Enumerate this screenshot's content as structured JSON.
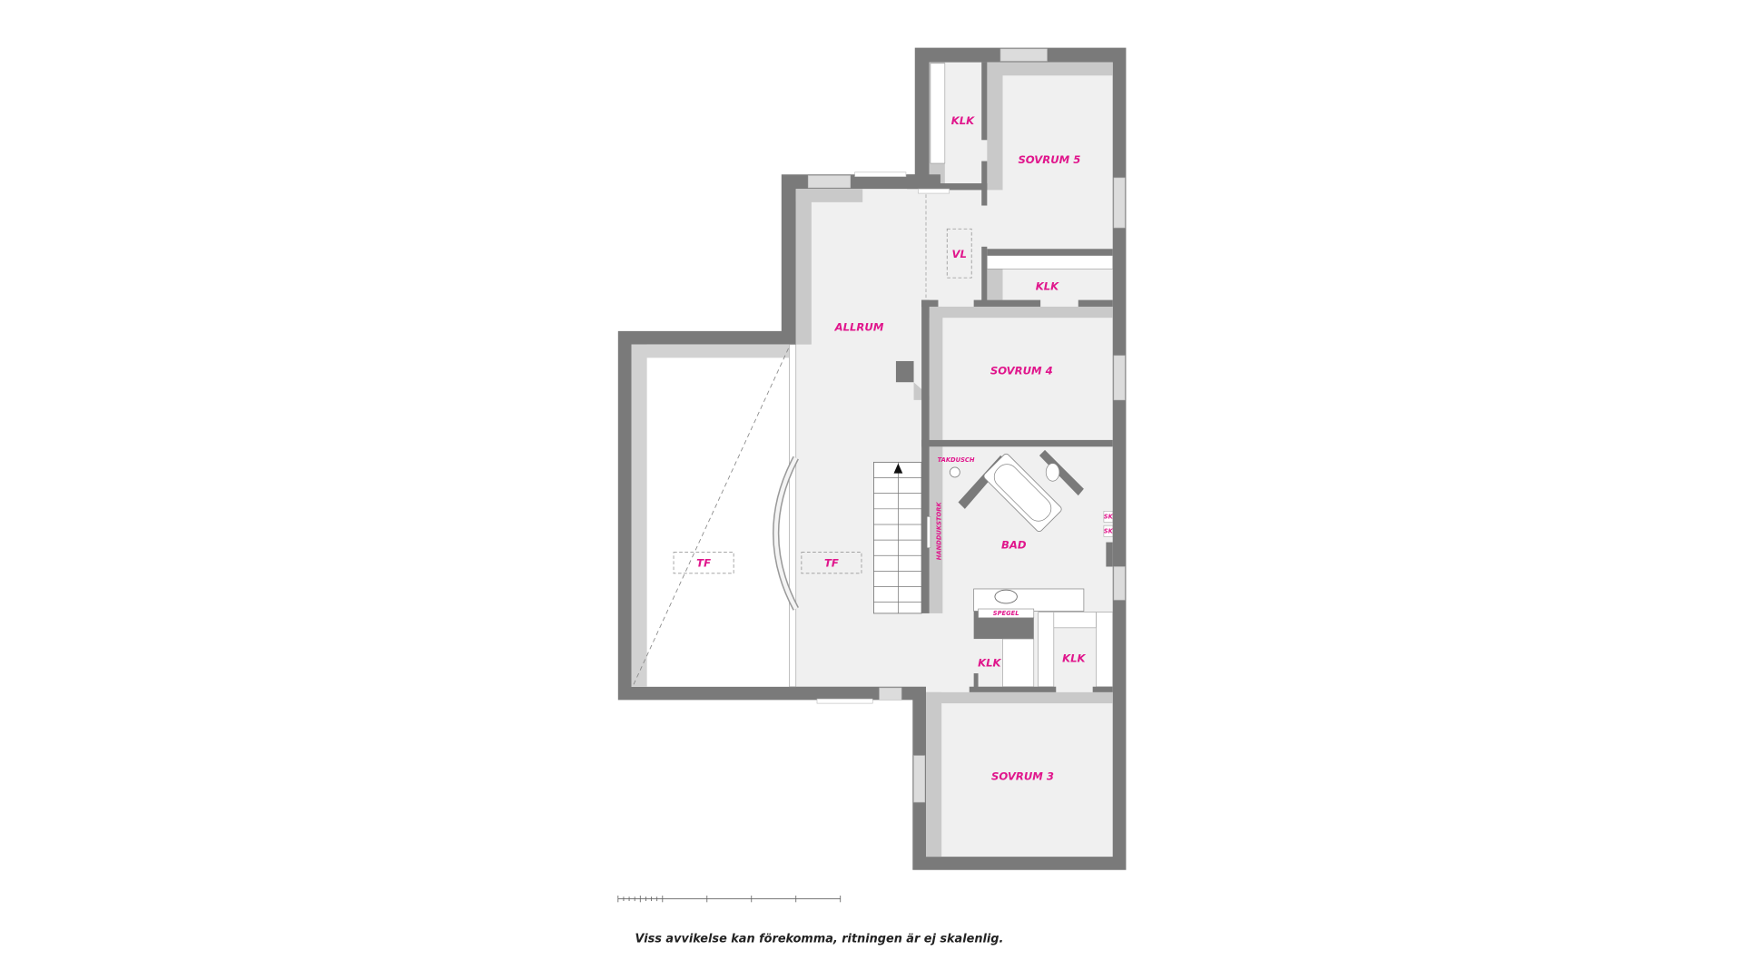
{
  "colors": {
    "wall": "#7a7a7a",
    "floor": "#f0f0f0",
    "shadow": "#c9c9c9",
    "label": "#e0168c",
    "window": "#dcdcdc"
  },
  "rooms": {
    "klk_top": "KLK",
    "sovrum5": "SOVRUM 5",
    "vl": "VL",
    "klk_mid": "KLK",
    "allrum": "ALLRUM",
    "sovrum4": "SOVRUM 4",
    "takdusch": "TAKDUSCH",
    "handdukstork": "HANDDUKSTORK",
    "bad": "BAD",
    "sk1": "SK",
    "sk2": "SK",
    "tf_left": "TF",
    "tf_right": "TF",
    "spegel": "SPEGEL",
    "klk_bottom_left": "KLK",
    "klk_bottom_right": "KLK",
    "sovrum3": "SOVRUM 3"
  },
  "caption": "Viss avvikelse kan förekomma, ritningen är ej skalenlig."
}
